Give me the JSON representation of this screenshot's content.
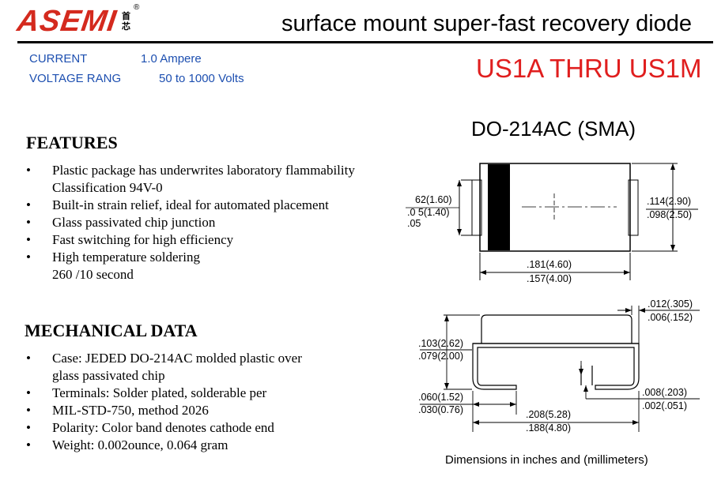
{
  "brand": {
    "logo": "ASEMI",
    "cn_top": "首",
    "cn_bottom": "芯",
    "registered": "®"
  },
  "header": {
    "subtitle": "surface mount super-fast recovery diode"
  },
  "specs": [
    {
      "label": "CURRENT",
      "value": "1.0  Ampere"
    },
    {
      "label": "VOLTAGE RANG",
      "value": "50  to 1000  Volts"
    }
  ],
  "part_range": "US1A THRU US1M",
  "package": "DO-214AC (SMA)",
  "features": {
    "title": "FEATURES",
    "items": [
      [
        "Plastic package has underwrites laboratory flammability",
        "Classification 94V-0"
      ],
      [
        "Built-in strain relief, ideal for automated placement"
      ],
      [
        "Glass passivated chip junction"
      ],
      [
        "Fast switching for high efficiency"
      ],
      [
        "High temperature soldering",
        "260    /10 second"
      ]
    ]
  },
  "mechanical": {
    "title": "MECHANICAL DATA",
    "items": [
      [
        "Case: JEDED DO-214AC molded plastic over",
        "glass passivated chip"
      ],
      [
        "Terminals: Solder plated, solderable per"
      ],
      [
        "MIL-STD-750, method 2026"
      ],
      [
        "Polarity: Color band denotes cathode end"
      ],
      [
        "Weight:  0.002ounce, 0.064 gram"
      ]
    ]
  },
  "bullet_char": "•",
  "dimensions": {
    "top_view": {
      "lead_width_max": "62(1.60)",
      "lead_width_mid": ".0  5(1.40)",
      "lead_width_min": ".05",
      "body_height_max": ".114(2.90)",
      "body_height_min": ".098(2.50)",
      "body_length_max": ".181(4.60)",
      "body_length_min": ".157(4.00)"
    },
    "side_view": {
      "lead_thick_max": ".012(.305)",
      "lead_thick_min": ".006(.152)",
      "height_max": ".103(2.62)",
      "height_min": ".079(2.00)",
      "lead_len_max": ".060(1.52)",
      "lead_len_min": ".030(0.76)",
      "overall_max": ".208(5.28)",
      "overall_min": ".188(4.80)",
      "standoff_max": ".008(.203)",
      "standoff_min": ".002(.051)"
    },
    "note": "Dimensions in inches and (millimeters)"
  }
}
